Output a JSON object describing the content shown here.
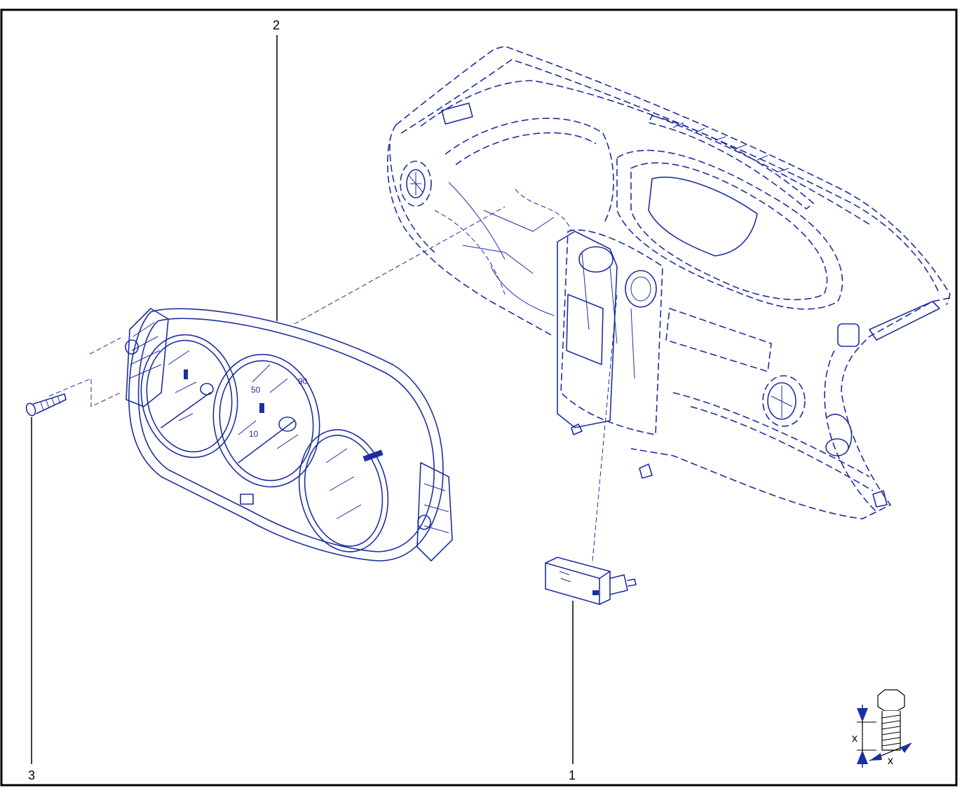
{
  "callouts": [
    {
      "id": "1",
      "label": "1"
    },
    {
      "id": "2",
      "label": "2"
    },
    {
      "id": "3",
      "label": "3"
    }
  ],
  "torque_symbol": {
    "label_a": "x",
    "label_b": "x"
  },
  "gauge_marks": {
    "a": "50",
    "b": "90",
    "c": "10"
  },
  "colors": {
    "line": "#1d2fa0",
    "frame": "#000000",
    "callout": "#000000"
  }
}
